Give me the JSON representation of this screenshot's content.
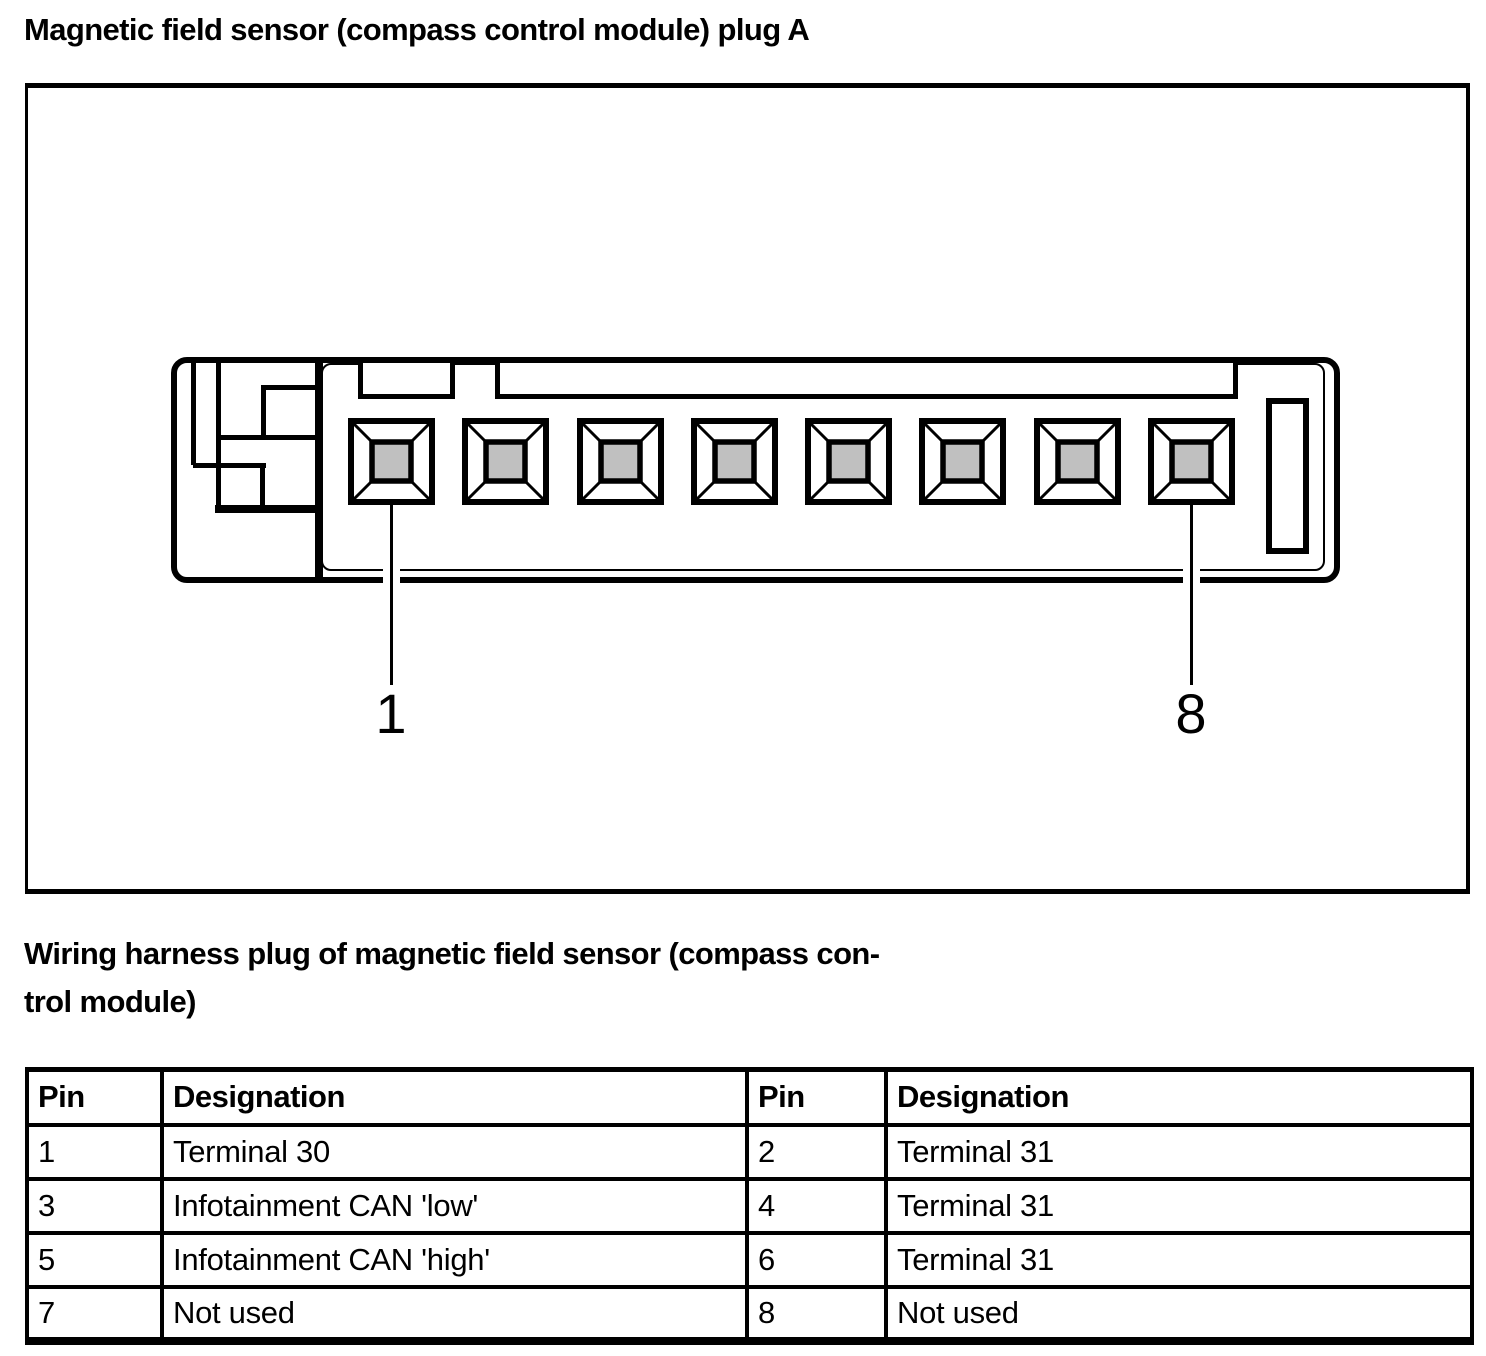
{
  "page": {
    "title": "Magnetic field sensor (compass control module) plug A",
    "subtitle": "Wiring harness plug of magnetic field sensor (compass con-\ntrol module)"
  },
  "diagram": {
    "pin_count": 8,
    "first_pin_label": "1",
    "last_pin_label": "8"
  },
  "table": {
    "columns": [
      "Pin",
      "Designation",
      "Pin",
      "Designation"
    ],
    "rows": [
      [
        "1",
        "Terminal 30",
        "2",
        "Terminal 31"
      ],
      [
        "3",
        "Infotainment CAN 'low'",
        "4",
        "Terminal 31"
      ],
      [
        "5",
        "Infotainment CAN 'high'",
        "6",
        "Terminal 31"
      ],
      [
        "7",
        "Not used",
        "8",
        "Not used"
      ]
    ]
  },
  "colors": {
    "ink": "#000000",
    "pin_fill": "#c0c0c0",
    "paper": "#ffffff"
  }
}
